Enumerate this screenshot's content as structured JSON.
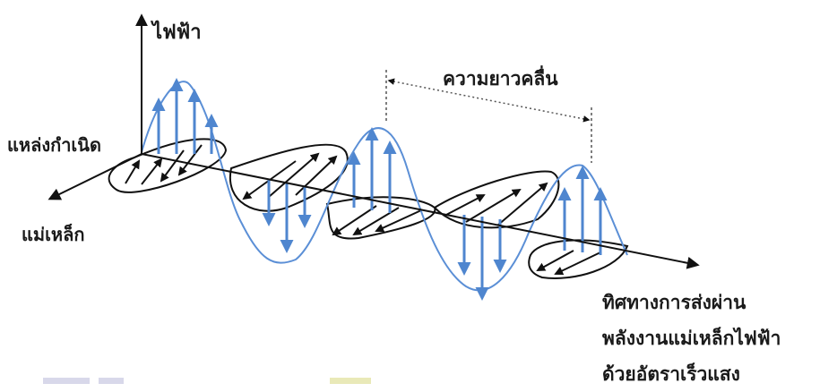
{
  "labels": {
    "electric": "ไฟฟ้า",
    "wavelength": "ความยาวคลื่น",
    "source": "แหล่งกำเนิด",
    "magnetic": "แม่เหล็ก",
    "direction_lines": [
      "ทิศทางการส่งผ่าน",
      "พลังงานแม่เหล็กไฟฟ้า",
      "ด้วยอัตราเร็วแสง"
    ]
  },
  "colors": {
    "electric_wave": "#5b8fd6",
    "electric_arrows": "#4f86cf",
    "magnetic_wave": "#111111",
    "axes": "#111111"
  }
}
